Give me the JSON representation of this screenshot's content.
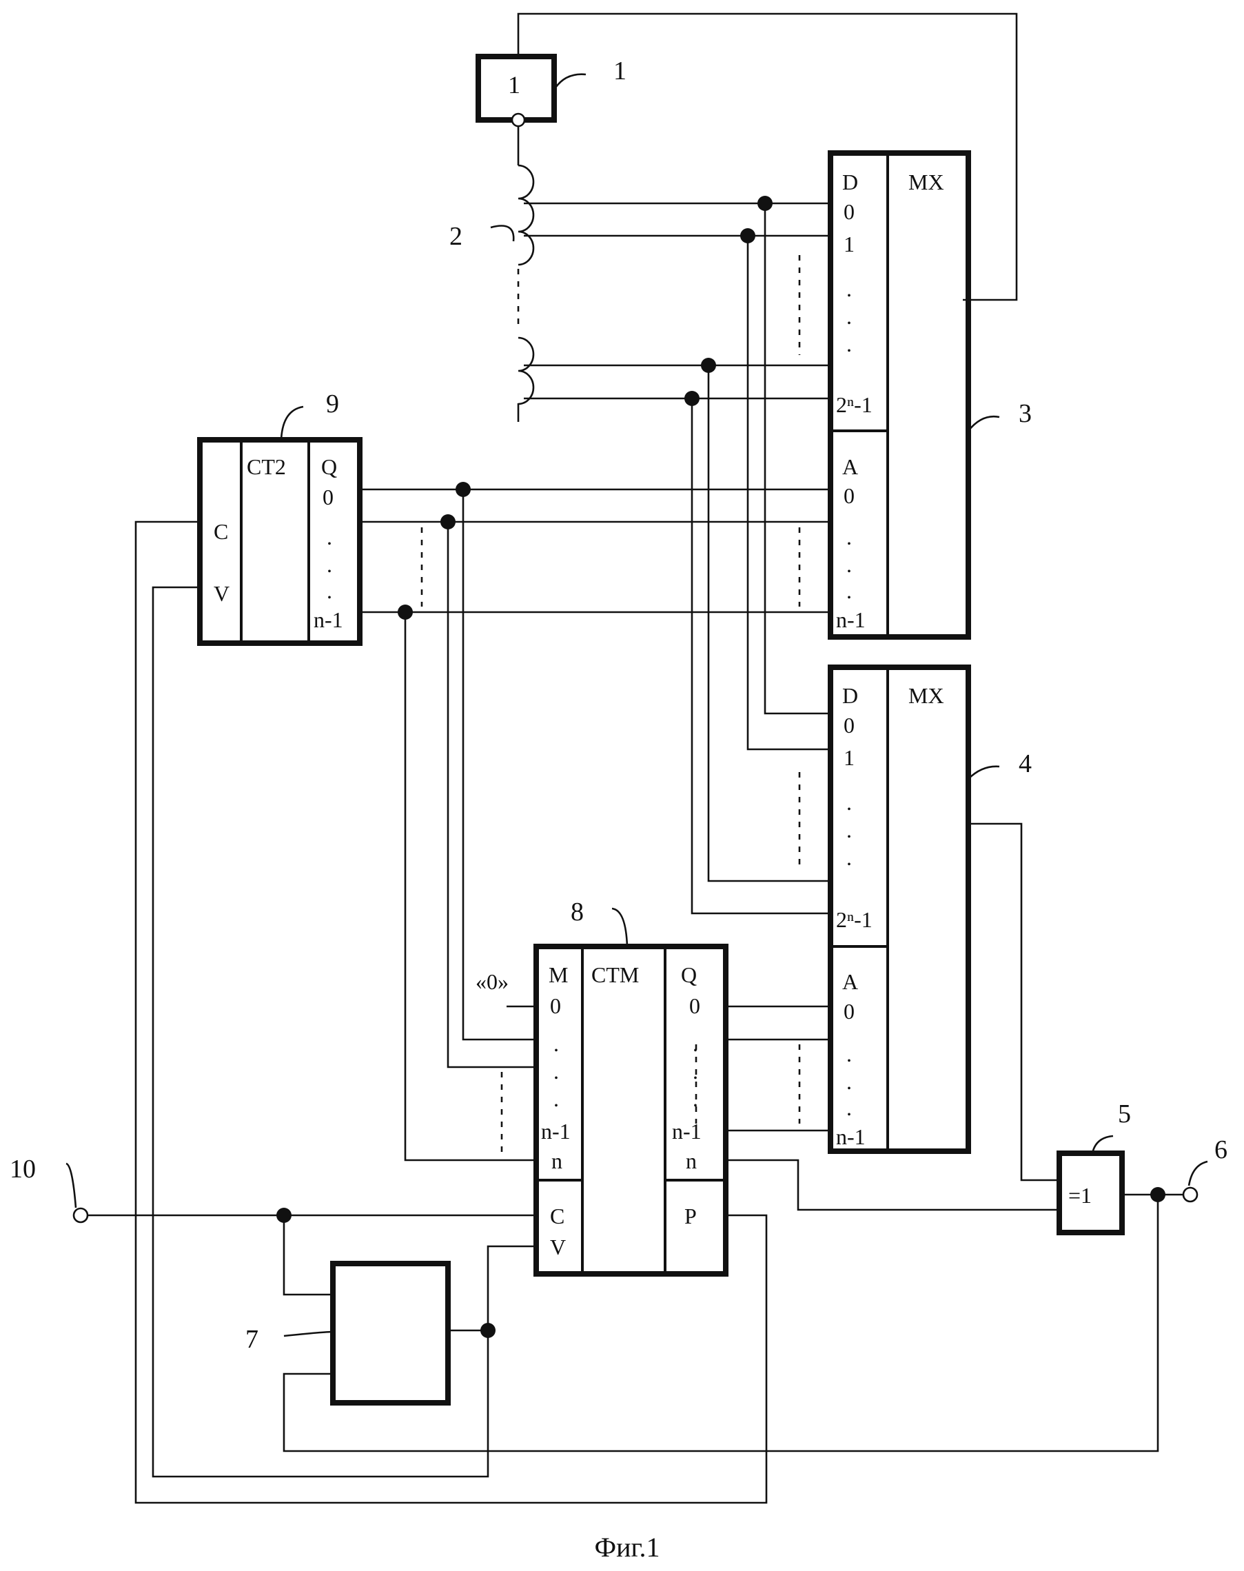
{
  "caption": "Фиг.1",
  "callouts": {
    "c1": "1",
    "c2": "2",
    "c3": "3",
    "c4": "4",
    "c5": "5",
    "c6": "6",
    "c7": "7",
    "c8": "8",
    "c9": "9",
    "c10": "10"
  },
  "inverter": {
    "symbol": "1"
  },
  "xor_gate": {
    "symbol": "=1"
  },
  "mux3": {
    "func": "MX",
    "data_letter": "D",
    "data_0": "0",
    "data_1": "1",
    "data_last": "2ⁿ-1",
    "addr_letter": "A",
    "addr_0": "0",
    "addr_last": "n-1"
  },
  "mux4": {
    "func": "MX",
    "data_letter": "D",
    "data_0": "0",
    "data_1": "1",
    "data_last": "2ⁿ-1",
    "addr_letter": "A",
    "addr_0": "0",
    "addr_last": "n-1"
  },
  "counter9": {
    "func": "CT2",
    "in_c": "C",
    "in_v": "V",
    "out_q": "Q",
    "out_0": "0",
    "out_last": "n-1"
  },
  "counter8": {
    "func": "CTM",
    "const_zero": "«0»",
    "in_m": "M",
    "in_0": "0",
    "in_nm1": "n-1",
    "in_n": "n",
    "in_c": "C",
    "in_v": "V",
    "out_q": "Q",
    "out_0": "0",
    "out_nm1": "n-1",
    "out_n": "n",
    "out_p": "P"
  }
}
